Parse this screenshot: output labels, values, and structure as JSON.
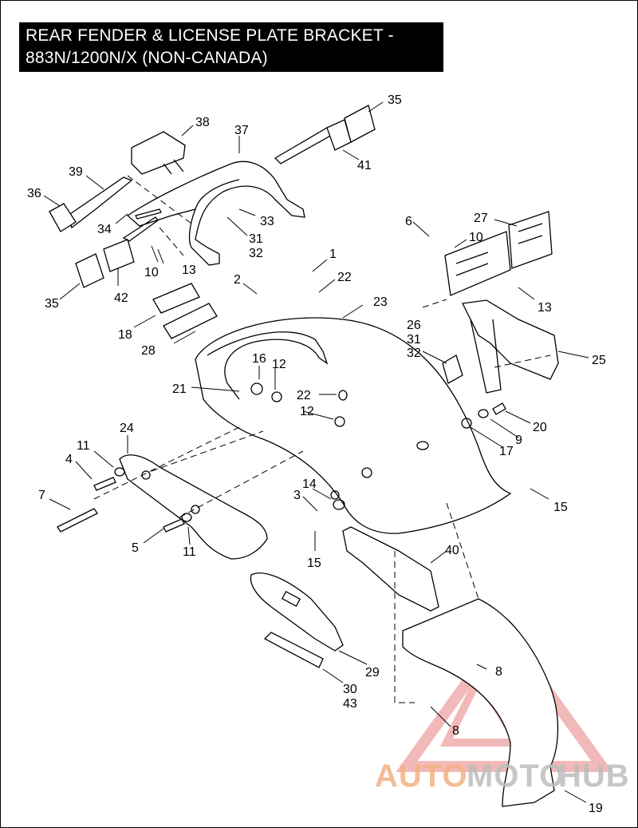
{
  "title": {
    "line1": "REAR FENDER & LICENSE PLATE BRACKET -",
    "line2": "883N/1200N/X (NON-CANADA)"
  },
  "callouts": {
    "c35a": "35",
    "c38": "38",
    "c37": "37",
    "c41": "41",
    "c39": "39",
    "c36": "36",
    "c34": "34",
    "c33": "33",
    "c31a": "31",
    "c32a": "32",
    "c10a": "10",
    "c13a": "13",
    "c35b": "35",
    "c42": "42",
    "c1": "1",
    "c2": "2",
    "c22a": "22",
    "c23": "23",
    "c6": "6",
    "c10b": "10",
    "c27": "27",
    "c13b": "13",
    "c18": "18",
    "c28": "28",
    "c16": "16",
    "c12a": "12",
    "c21": "21",
    "c22b": "22",
    "c12b": "12",
    "c26": "26",
    "c31b": "31",
    "c32b": "32",
    "c25": "25",
    "c20": "20",
    "c9": "9",
    "c17": "17",
    "c24": "24",
    "c11a": "11",
    "c4": "4",
    "c7": "7",
    "c5": "5",
    "c11b": "11",
    "c14": "14",
    "c3": "3",
    "c15a": "15",
    "c15b": "15",
    "c40": "40",
    "c29": "29",
    "c30": "30",
    "c43": "43",
    "c8a": "8",
    "c8b": "8",
    "c19": "19"
  },
  "watermark": {
    "part1": "AUTO",
    "part2": "MOTO",
    "part3": "HUB",
    "color_accent": "#f4b183",
    "color_gray": "#bdbdbd",
    "color_logo": "#e98080"
  }
}
